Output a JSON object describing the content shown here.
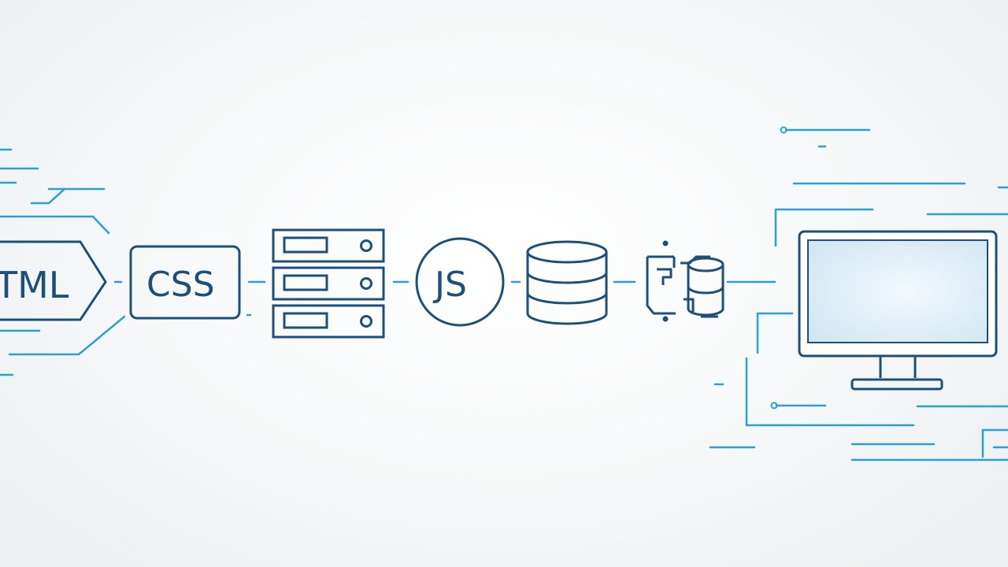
{
  "stages": [
    {
      "id": "html",
      "label": "TML",
      "icon": "html-tag-icon"
    },
    {
      "id": "css",
      "label": "CSS",
      "icon": "css-box-icon"
    },
    {
      "id": "server",
      "label": "",
      "icon": "server-rack-icon"
    },
    {
      "id": "js",
      "label": "JS",
      "icon": "js-circle-icon"
    },
    {
      "id": "database",
      "label": "",
      "icon": "database-icon"
    },
    {
      "id": "api",
      "label": "",
      "icon": "api-connector-icon"
    },
    {
      "id": "display",
      "label": "",
      "icon": "monitor-icon"
    }
  ],
  "colors": {
    "outline": "#1d4f79",
    "circuit": "#2a9fd6",
    "screen": "#d9ebf5"
  }
}
